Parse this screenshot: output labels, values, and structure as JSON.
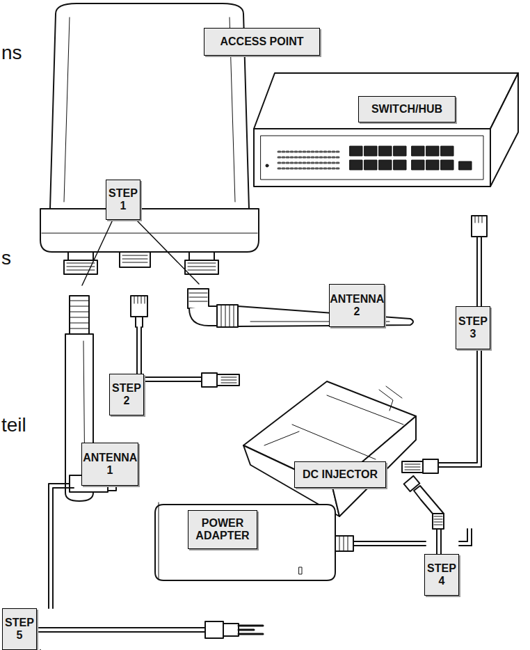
{
  "diagram": {
    "nodes": [
      {
        "text": [
          "ACCESS POINT"
        ]
      },
      {
        "text": [
          "SWITCH/HUB"
        ]
      },
      {
        "text": [
          "STEP 1"
        ]
      },
      {
        "text": [
          "ANTENNA 2"
        ]
      },
      {
        "text": [
          "STEP 3"
        ]
      },
      {
        "text": [
          "STEP 2"
        ]
      },
      {
        "text": [
          "DC INJECTOR"
        ]
      },
      {
        "text": [
          "ANTENNA 1"
        ]
      },
      {
        "text": [
          "POWER ADAPTER"
        ]
      },
      {
        "text": [
          "STEP 4"
        ]
      },
      {
        "text": [
          "STEP 5"
        ]
      }
    ],
    "labels": [
      "ns",
      "s",
      "teil"
    ]
  }
}
